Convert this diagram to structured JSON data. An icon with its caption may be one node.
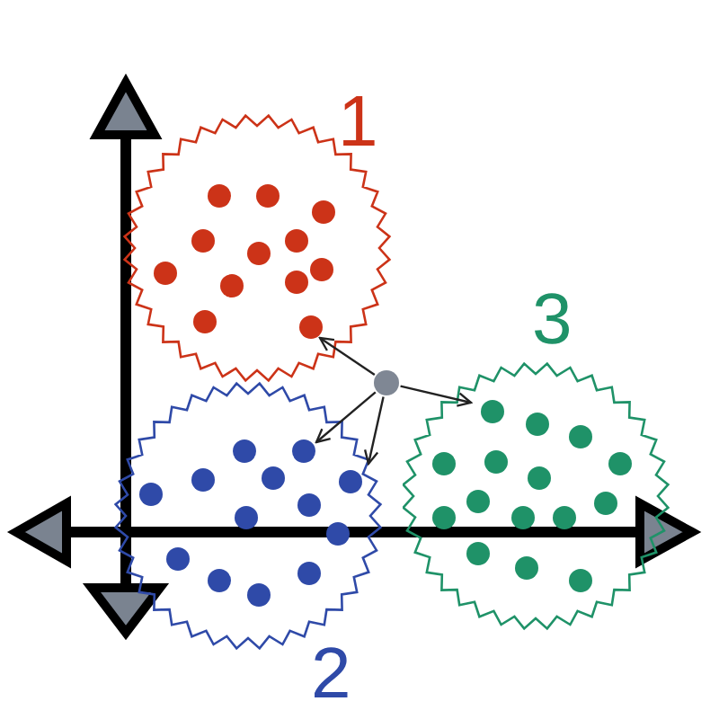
{
  "diagram": {
    "nodes": [
      {
        "text": [
          "1"
        ]
      },
      {
        "text": [
          "2"
        ]
      },
      {
        "text": [
          "3"
        ]
      },
      {
        "text": [],
        "shape": "circle"
      }
    ],
    "edges": [
      {
        "from": 3,
        "to": 0,
        "arrow": "to"
      },
      {
        "from": 3,
        "to": 1,
        "arrow": "to"
      },
      {
        "from": 3,
        "to": 1,
        "arrow": "to"
      },
      {
        "from": 3,
        "to": 2,
        "arrow": "to"
      }
    ]
  }
}
